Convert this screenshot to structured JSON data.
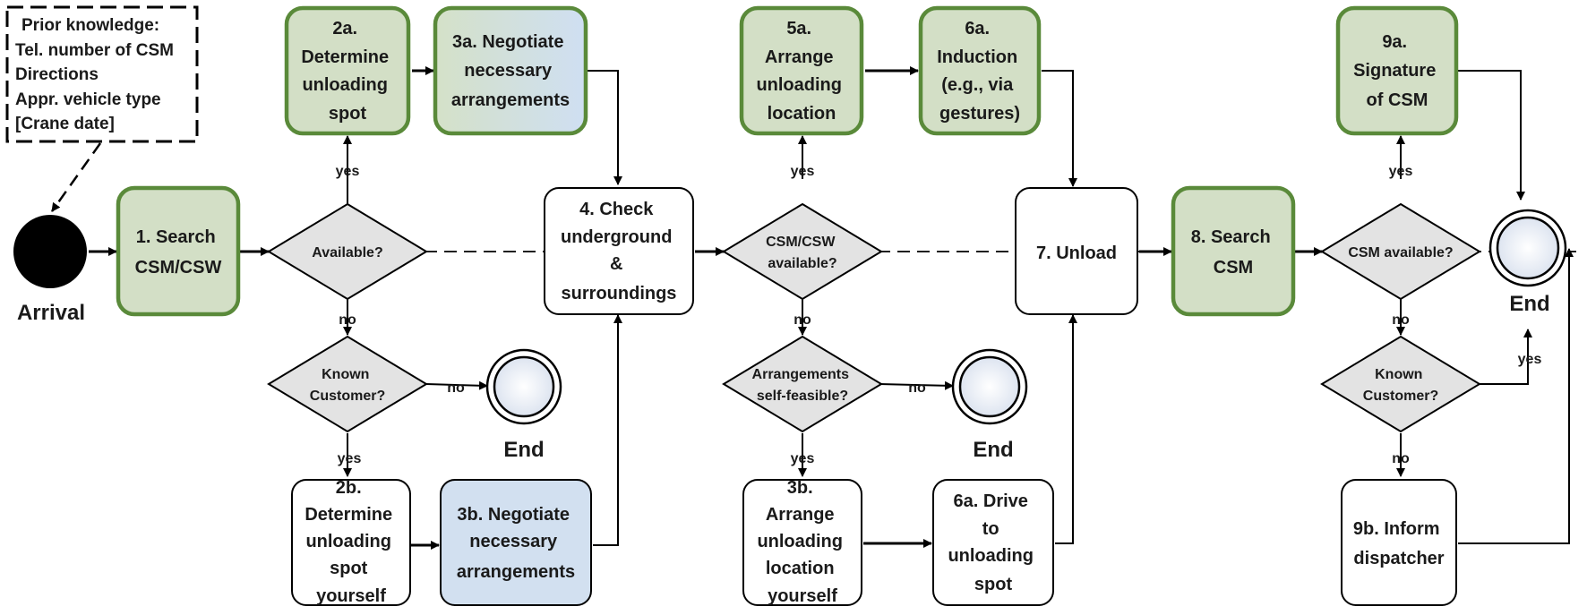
{
  "start_event": {
    "label": "Arrival"
  },
  "prior_knowledge": [
    "Prior knowledge:",
    "Tel. number of CSM",
    "Directions",
    "Appr. vehicle type",
    "[Crane date]"
  ],
  "tasks": {
    "t1": [
      "1. Search",
      "CSM/CSW"
    ],
    "t2a": [
      "2a.",
      "Determine",
      "unloading",
      "spot"
    ],
    "t3a": [
      "3a. Negotiate",
      "necessary",
      "arrangements"
    ],
    "t2b": [
      "2b.",
      "Determine",
      "unloading",
      "spot",
      "yourself"
    ],
    "t3b": [
      "3b. Negotiate",
      "necessary",
      "arrangements"
    ],
    "t4": [
      "4. Check",
      "underground",
      "&",
      "surroundings"
    ],
    "t5a": [
      "5a.",
      "Arrange",
      "unloading",
      "location"
    ],
    "t6a": [
      "6a.",
      "Induction",
      "(e.g., via",
      "gestures)"
    ],
    "t3b2": [
      "3b.",
      "Arrange",
      "unloading",
      "location",
      "yourself"
    ],
    "t6a2": [
      "6a. Drive",
      "to",
      "unloading",
      "spot"
    ],
    "t7": [
      "7. Unload"
    ],
    "t8": [
      "8. Search",
      "CSM"
    ],
    "t9a": [
      "9a.",
      "Signature",
      "of CSM"
    ],
    "t9b": [
      "9b. Inform",
      "dispatcher"
    ]
  },
  "gateways": {
    "g1": [
      "Available?"
    ],
    "g2": [
      "Known",
      "Customer?"
    ],
    "g3": [
      "CSM/CSW",
      "available?"
    ],
    "g4": [
      "Arrangements",
      "self-feasible?"
    ],
    "g5": [
      "CSM available?"
    ],
    "g6": [
      "Known",
      "Customer?"
    ]
  },
  "flow_labels": {
    "yes": "yes",
    "no": "no"
  },
  "end_label": "End",
  "colors": {
    "green_fill": "#d3dfc6",
    "green_border": "#5a8a3a",
    "blue_fill": "#d2e0f0",
    "gateway_fill": "#e3e3e3",
    "line": "#000000"
  }
}
